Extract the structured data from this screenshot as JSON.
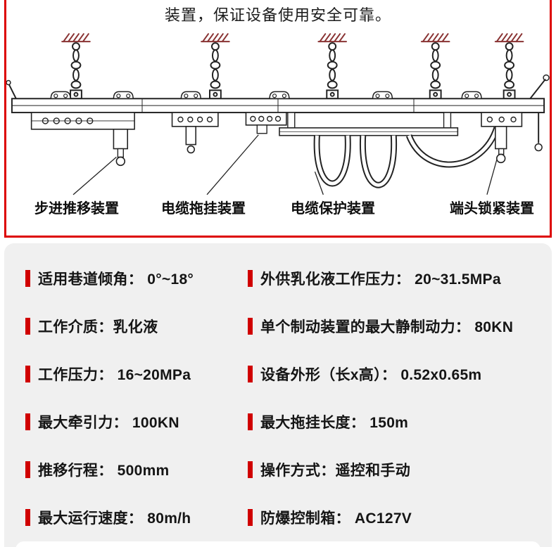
{
  "theme": {
    "panel_border_red": "#dd0000",
    "accent_red": "#d00000",
    "specs_bg": "#f0f0f0",
    "line_color": "#222222",
    "anchor_hatch_color": "#8a3434"
  },
  "diagram": {
    "caption": "装置，保证设备使用安全可靠。",
    "labels": [
      "步进推移装置",
      "电缆拖挂装置",
      "电缆保护装置",
      "端头锁紧装置"
    ]
  },
  "specs": {
    "left": [
      "适用巷道倾角： 0°~18°",
      "工作介质：乳化液",
      "工作压力： 16~20MPa",
      "最大牵引力： 100KN",
      "推移行程： 500mm",
      "最大运行速度： 80m/h"
    ],
    "right": [
      "外供乳化液工作压力： 20~31.5MPa",
      "单个制动装置的最大静制动力： 80KN",
      "设备外形（长x高）： 0.52x0.65m",
      "最大拖挂长度： 150m",
      "操作方式：遥控和手动",
      "防爆控制箱： AC127V"
    ]
  }
}
